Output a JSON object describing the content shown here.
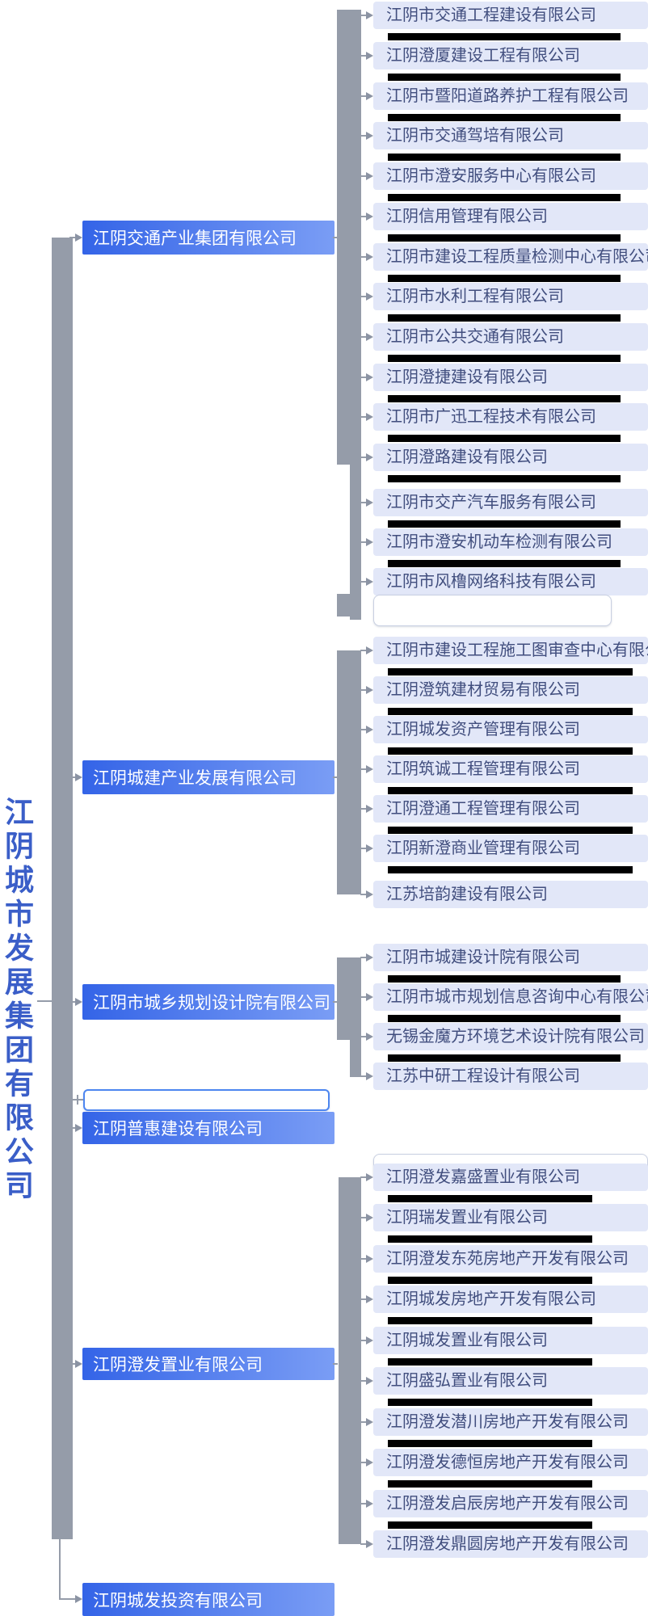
{
  "root": {
    "title": "江阴城市发展集团有限公司"
  },
  "colors": {
    "parent_box_gradient_start": "#3464E7",
    "parent_box_gradient_end": "#7A9DF5",
    "parent_text": "#FFFFFF",
    "leaf_box_bg": "#E2E7F8",
    "leaf_text": "#414E7E",
    "connector_gray": "#959CA9",
    "title_blue": "#3A5EC8",
    "redaction_black": "#000000",
    "empty_node_border": "#4D86F0"
  },
  "sections": [
    {
      "parent": {
        "label": "江阴交通产业集团有限公司"
      },
      "children": [
        {
          "name": "江阴市交通工程建设有限公司",
          "redacted": true
        },
        {
          "name": "江阴澄厦建设工程有限公司",
          "redacted": true
        },
        {
          "name": "江阴市暨阳道路养护工程有限公司",
          "redacted": true
        },
        {
          "name": "江阴市交通驾培有限公司",
          "redacted": true
        },
        {
          "name": "江阴市澄安服务中心有限公司",
          "redacted": true
        },
        {
          "name": "江阴信用管理有限公司",
          "redacted": true
        },
        {
          "name": "江阴市建设工程质量检测中心有限公司",
          "redacted": true
        },
        {
          "name": "江阴市水利工程有限公司",
          "redacted": true
        },
        {
          "name": "江阴市公共交通有限公司",
          "redacted": true
        },
        {
          "name": "江阴澄捷建设有限公司",
          "redacted": true
        },
        {
          "name": "江阴市广迅工程技术有限公司",
          "redacted": true
        },
        {
          "name": "江阴澄路建设有限公司",
          "redacted": true
        },
        {
          "name": "江阴市交产汽车服务有限公司",
          "redacted": true
        },
        {
          "name": "江阴市澄安机动车检测有限公司",
          "redacted": true
        },
        {
          "name": "江阴市风橹网络科技有限公司",
          "redacted": false
        }
      ],
      "trailing_empty_node": true
    },
    {
      "parent": {
        "label": "江阴城建产业发展有限公司"
      },
      "children": [
        {
          "name": "江阴市建设工程施工图审查中心有限公司",
          "redacted": true
        },
        {
          "name": "江阴澄筑建材贸易有限公司",
          "redacted": true
        },
        {
          "name": "江阴城发资产管理有限公司",
          "redacted": true
        },
        {
          "name": "江阴筑诚工程管理有限公司",
          "redacted": true
        },
        {
          "name": "江阴澄通工程管理有限公司",
          "redacted": true
        },
        {
          "name": "江阴新澄商业管理有限公司",
          "redacted": true
        },
        {
          "name": "江苏培韵建设有限公司",
          "redacted": false
        }
      ],
      "trailing_empty_node": false
    },
    {
      "parent": {
        "label": "江阴市城乡规划设计院有限公司"
      },
      "children": [
        {
          "name": "江阴市城建设计院有限公司",
          "redacted": true
        },
        {
          "name": "江阴市城市规划信息咨询中心有限公司",
          "redacted": true
        },
        {
          "name": "无锡金魔方环境艺术设计院有限公司",
          "redacted": true
        },
        {
          "name": "江苏中研工程设计有限公司",
          "redacted": false
        }
      ],
      "trailing_empty_node": false
    },
    {
      "parent": {
        "label": "江阴普惠建设有限公司",
        "empty_node_above": true
      },
      "children": [],
      "trailing_empty_node": false
    },
    {
      "parent": {
        "label": "江阴澄发置业有限公司"
      },
      "leading_empty_node": true,
      "children": [
        {
          "name": "江阴澄发嘉盛置业有限公司",
          "redacted": true
        },
        {
          "name": "江阴瑞发置业有限公司",
          "redacted": true
        },
        {
          "name": "江阴澄发东苑房地产开发有限公司",
          "redacted": true
        },
        {
          "name": "江阴城发房地产开发有限公司",
          "redacted": true
        },
        {
          "name": "江阴城发置业有限公司",
          "redacted": true
        },
        {
          "name": "江阴盛弘置业有限公司",
          "redacted": true
        },
        {
          "name": "江阴澄发潜川房地产开发有限公司",
          "redacted": true
        },
        {
          "name": "江阴澄发德恒房地产开发有限公司",
          "redacted": true
        },
        {
          "name": "江阴澄发启辰房地产开发有限公司",
          "redacted": true
        },
        {
          "name": "江阴澄发鼎圆房地产开发有限公司",
          "redacted": false
        }
      ],
      "trailing_empty_node": false
    },
    {
      "parent": {
        "label": "江阴城发投资有限公司"
      },
      "children": [],
      "trailing_empty_node": false
    }
  ]
}
